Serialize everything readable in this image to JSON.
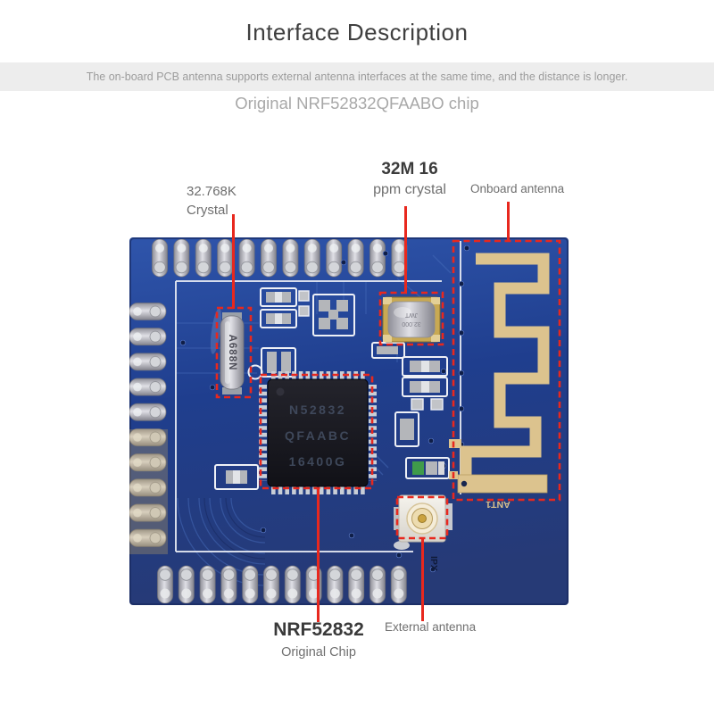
{
  "page": {
    "title": "Interface Description",
    "banner_text": "The on-board PCB antenna supports external antenna interfaces at the same time, and the distance is longer.",
    "subtitle": "Original NRF52832QFAABO chip"
  },
  "callouts": {
    "crystal_32k": {
      "line1": "32.768K",
      "line2": "Crystal"
    },
    "crystal_32m": {
      "line1": "32M 16",
      "line2": "ppm crystal"
    },
    "onboard_antenna": "Onboard antenna",
    "main_chip": {
      "line1": "NRF52832",
      "line2": "Original Chip"
    },
    "external_antenna": "External antenna"
  },
  "board_markings": {
    "chip_line1": "N52832",
    "chip_line2": "QFAABC",
    "chip_line3": "16400G",
    "crystal_32k": "A688N",
    "crystal_32m_line1": "32.000",
    "crystal_32m_line2": "JWT",
    "antenna_label": "ANT1",
    "ipx_label": "IPX"
  },
  "colors": {
    "callout_red": "#e8281e",
    "pcb_blue": "#21418f",
    "antenna_gold": "#dcc38e",
    "pin_silver": "#c6c6cc",
    "chip_black": "#17171d",
    "banner_gray": "#ededed"
  }
}
